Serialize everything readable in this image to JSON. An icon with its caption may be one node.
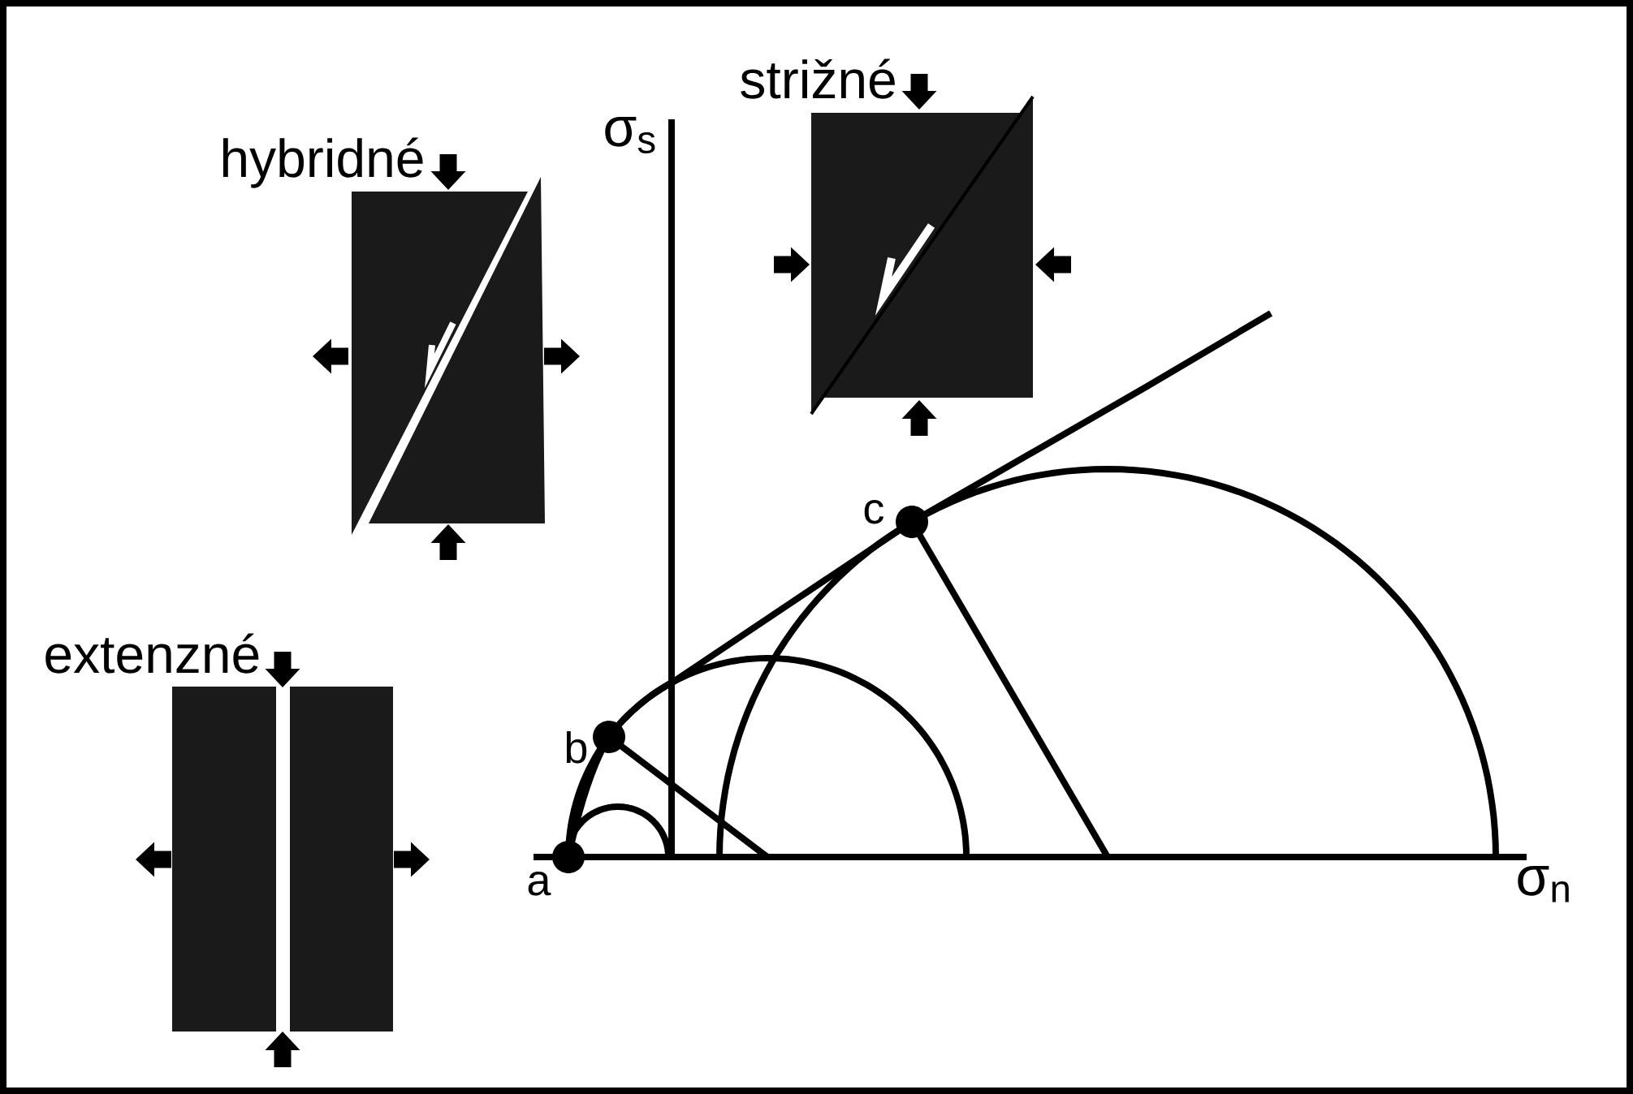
{
  "diagram": {
    "nodes": [
      {
        "text": [
          "strižné"
        ]
      },
      {
        "text": [
          "hybridné"
        ]
      },
      {
        "text": [
          "extenzné"
        ]
      }
    ],
    "labels": [
      "σ$_{s}$",
      "c",
      "b",
      "a",
      "σ$_{n}$"
    ]
  }
}
